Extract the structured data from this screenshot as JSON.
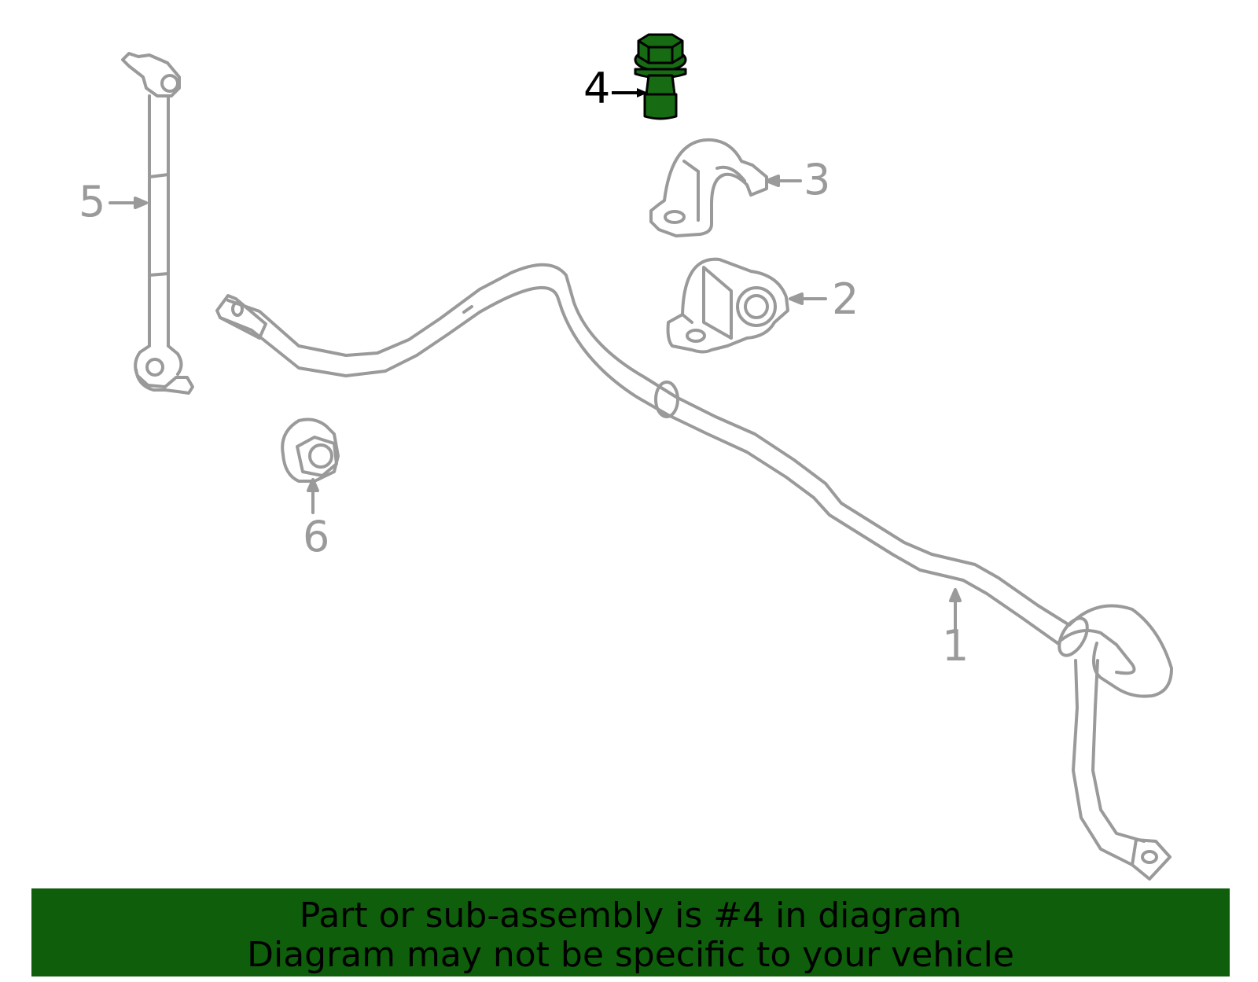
{
  "diagram": {
    "highlight_color": "#166b13",
    "line_color": "#9a9a9a",
    "highlighted_part": "4",
    "callouts": {
      "part1": "1",
      "part2": "2",
      "part3": "3",
      "part4": "4",
      "part5": "5",
      "part6": "6"
    }
  },
  "banner": {
    "background": "#0f5e0b",
    "line1": "Part or sub-assembly is #4 in diagram",
    "line2": "Diagram may not be specific to your vehicle"
  }
}
